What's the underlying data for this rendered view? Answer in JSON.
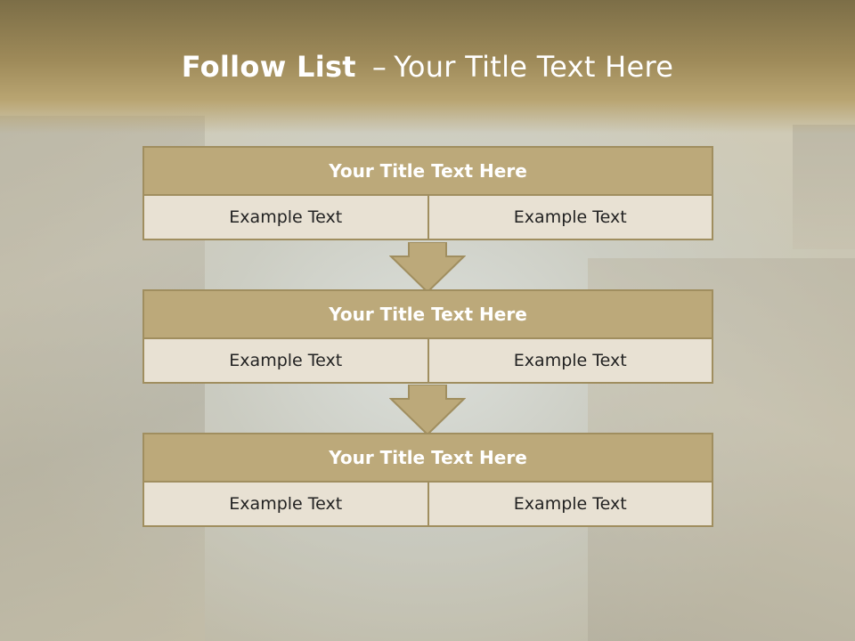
{
  "slide": {
    "title_bold": "Follow List",
    "title_sep": "–",
    "title_rest": "Your Title Text Here"
  },
  "blocks": [
    {
      "title": "Your Title Text Here",
      "left": "Example Text",
      "right": "Example Text"
    },
    {
      "title": "Your Title Text Here",
      "left": "Example Text",
      "right": "Example Text"
    },
    {
      "title": "Your Title Text Here",
      "left": "Example Text",
      "right": "Example Text"
    }
  ],
  "colors": {
    "header_bar": "#9e8a59",
    "block_title": "#bca97a",
    "block_border": "#a08e5f",
    "cell_fill": "#e8e1d3",
    "arrow_fill": "#bca97a"
  }
}
